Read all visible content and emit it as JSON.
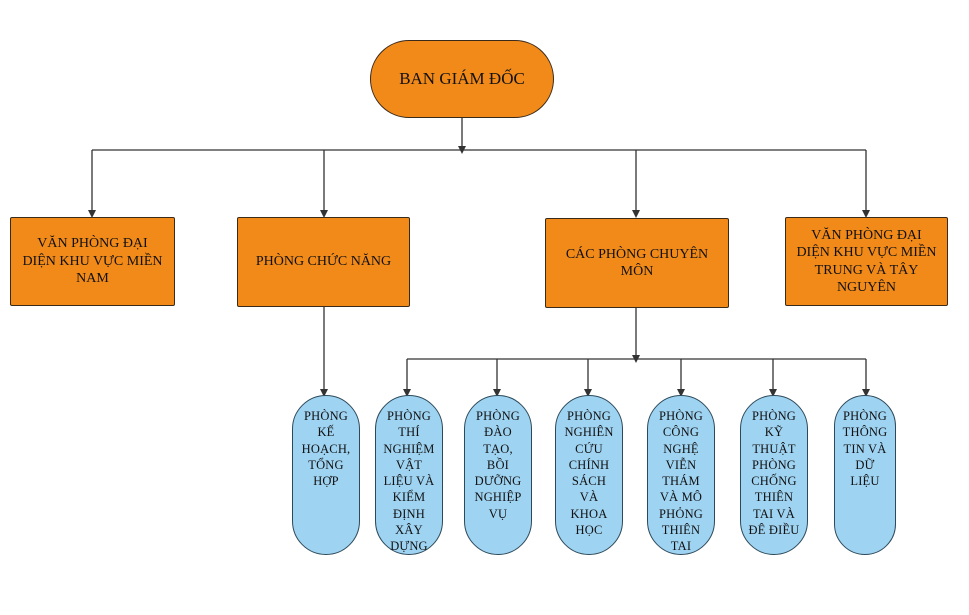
{
  "diagram": {
    "root": {
      "label": "BAN GIÁM ĐỐC"
    },
    "departments": [
      {
        "label": "VĂN PHÒNG ĐẠI DIỆN KHU VỰC MIỀN NAM"
      },
      {
        "label": "PHÒNG CHỨC NĂNG"
      },
      {
        "label": "CÁC PHÒNG CHUYÊN MÔN"
      },
      {
        "label": "VĂN PHÒNG ĐẠI DIỆN KHU VỰC MIỀN TRUNG VÀ TÂY NGUYÊN"
      }
    ],
    "units": [
      {
        "label": "PHÒNG KẾ HOẠCH, TỔNG HỢP"
      },
      {
        "label": "PHÒNG THÍ NGHIỆM VẬT LIỆU VÀ KIỂM ĐỊNH XÂY DỰNG"
      },
      {
        "label": "PHÒNG ĐÀO TẠO, BỒI DƯỠNG NGHIỆP VỤ"
      },
      {
        "label": "PHÒNG NGHIÊN CỨU CHÍNH SÁCH VÀ KHOA HỌC"
      },
      {
        "label": "PHÒNG CÔNG NGHỆ VIỄN THÁM VÀ MÔ PHỎNG THIÊN TAI"
      },
      {
        "label": "PHÒNG KỸ THUẬT PHÒNG CHỐNG THIÊN TAI VÀ ĐÊ ĐIỀU"
      },
      {
        "label": "PHÒNG THÔNG TIN VÀ DỮ LIỆU"
      }
    ],
    "colors": {
      "department_fill": "#f28a1a",
      "unit_fill": "#9fd3f2",
      "connector": "#333333"
    }
  }
}
